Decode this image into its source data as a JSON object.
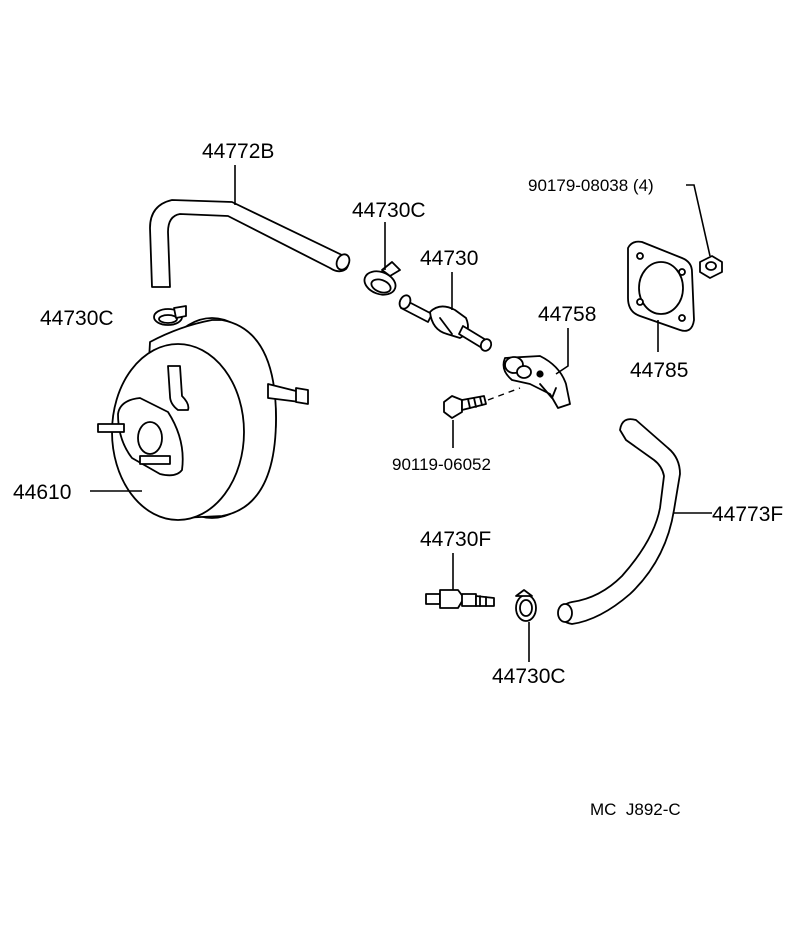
{
  "diagram": {
    "parts": [
      {
        "id": "hose_top",
        "label": "44772B"
      },
      {
        "id": "clip_top",
        "label": "44730C"
      },
      {
        "id": "valve_center",
        "label": "44730"
      },
      {
        "id": "clip_left",
        "label": "44730C"
      },
      {
        "id": "booster",
        "label": "44610"
      },
      {
        "id": "bracket",
        "label": "44758"
      },
      {
        "id": "bolt",
        "label": "90119-06052"
      },
      {
        "id": "nut",
        "label": "90179-08038 (4)"
      },
      {
        "id": "gasket",
        "label": "44785"
      },
      {
        "id": "hose_right",
        "label": "44773F"
      },
      {
        "id": "valve_lower",
        "label": "44730F"
      },
      {
        "id": "clip_lower",
        "label": "44730C"
      }
    ],
    "code": "MC  J892-C"
  }
}
